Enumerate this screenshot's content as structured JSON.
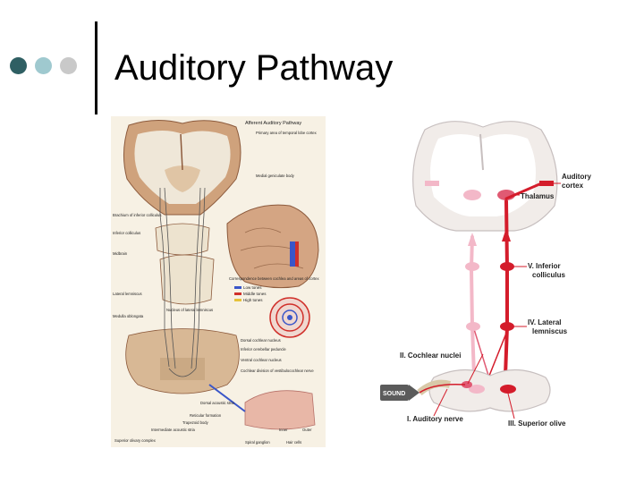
{
  "slide": {
    "title": "Auditory Pathway",
    "bullet_colors": [
      "#2f5f63",
      "#9fc9cf",
      "#c9c9c9"
    ]
  },
  "left_figure": {
    "header": "Afferent Auditory Pathway",
    "labels": {
      "temporal": "Primary area of temporal lobe cortex",
      "mgb": "Medial geniculate body",
      "brachium": "Brachium of inferior colliculus",
      "inferior_colliculus": "Inferior colliculus",
      "midbrain": "Midbrain",
      "correspondence": "Correspondence between cochlea and areas of cortex",
      "lateral_lemniscus": "Lateral lemniscus",
      "nucleus_lemniscus": "Nucleus of lateral lemniscus",
      "medulla": "Medulla oblongata",
      "dorsal_nucleus": "Dorsal cochlear nucleus",
      "inferior_peduncle": "Inferior cerebellar peduncle",
      "ventral_nucleus": "Ventral cochlear nucleus",
      "cochlear_division": "Cochlear division of vestibulocochlear nerve",
      "acoustic_stria": "Dorsal acoustic stria",
      "reticular": "Reticular formation",
      "trapezoid": "Trapezoid body",
      "intermediate_stria": "Intermediate acoustic stria",
      "superior_olivary": "Superior olivary complex",
      "spiral_ganglion": "Spiral ganglion",
      "hair_cells": "Hair cells",
      "inner": "Inner",
      "outer": "Outer"
    },
    "legend": [
      {
        "label": "Low tones",
        "color": "#3a56c8"
      },
      {
        "label": "Middle tones",
        "color": "#d0302a"
      },
      {
        "label": "High tones",
        "color": "#e6c23a"
      }
    ]
  },
  "right_figure": {
    "labels": {
      "auditory_cortex_1": "Auditory",
      "auditory_cortex_2": "cortex",
      "thalamus": "Thalamus",
      "inf_colliculus_1": "V. Inferior",
      "inf_colliculus_2": "colliculus",
      "lat_lemniscus_1": "IV. Lateral",
      "lat_lemniscus_2": "lemniscus",
      "cochlear_nuclei": "II. Cochlear nuclei",
      "sound": "SOUND",
      "auditory_nerve": "I. Auditory nerve",
      "superior_olive": "III. Superior olive"
    },
    "accent": "#d41c2b"
  }
}
